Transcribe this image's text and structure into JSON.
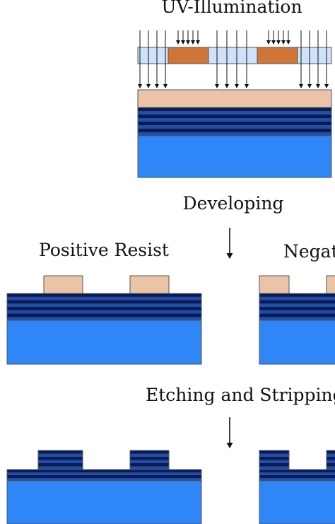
{
  "labels": {
    "uv": "UV-Illumination",
    "developing": "Developing",
    "positive": "Positive Resist",
    "negative": "Negative Resist",
    "etching": "Etching and Stripping"
  },
  "colors": {
    "substrate": "#2f86f6",
    "layer_dark": "#0b1b52",
    "layer_mid": "#1f4fa8",
    "photoresist": "#ebc3a6",
    "mask_opaque": "#cf7538",
    "mask_clear": "#cfe2fb",
    "outline": "#555555",
    "arrow": "#111111"
  }
}
